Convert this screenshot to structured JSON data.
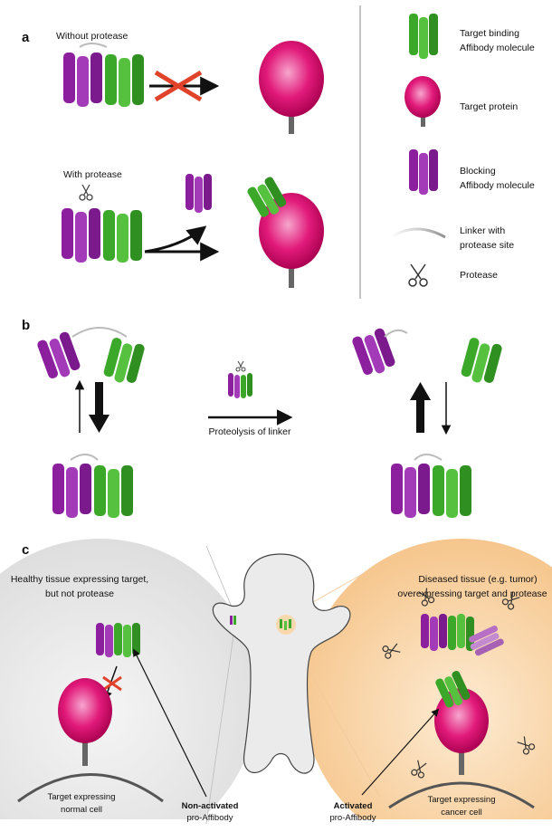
{
  "panel_a": {
    "letter": "a",
    "without_protease": "Without protease",
    "with_protease": "With protease",
    "legend": {
      "binding_line1": "Target binding",
      "binding_line2": "Affibody molecule",
      "target": "Target protein",
      "blocking_line1": "Blocking",
      "blocking_line2": "Affibody molecule",
      "linker_line1": "Linker with",
      "linker_line2": "protease site",
      "protease": "Protease"
    }
  },
  "panel_b": {
    "letter": "b",
    "arrow_label": "Proteolysis of linker"
  },
  "panel_c": {
    "letter": "c",
    "healthy_line1": "Healthy tissue expressing target,",
    "healthy_line2": "but not protease",
    "diseased_line1": "Diseased tissue (e.g. tumor)",
    "diseased_line2": "overexpressing target and protease",
    "normal_cell_line1": "Target expressing",
    "normal_cell_line2": "normal cell",
    "cancer_cell_line1": "Target expressing",
    "cancer_cell_line2": "cancer cell",
    "nonactivated_line1": "Non-activated",
    "nonactivated_line2": "pro-Affibody",
    "activated_line1": "Activated",
    "activated_line2": "pro-Affibody"
  },
  "colors": {
    "purple": "#8b1f9e",
    "green": "#3ca82a",
    "target_pink": "#e21a7a",
    "healthy_bg": "#ececec",
    "diseased_bg": "#f9d8ad",
    "block_x": "#e0432a"
  },
  "icons": [
    "scissors-icon",
    "helix-icon",
    "target-protein-icon",
    "block-x-icon"
  ]
}
